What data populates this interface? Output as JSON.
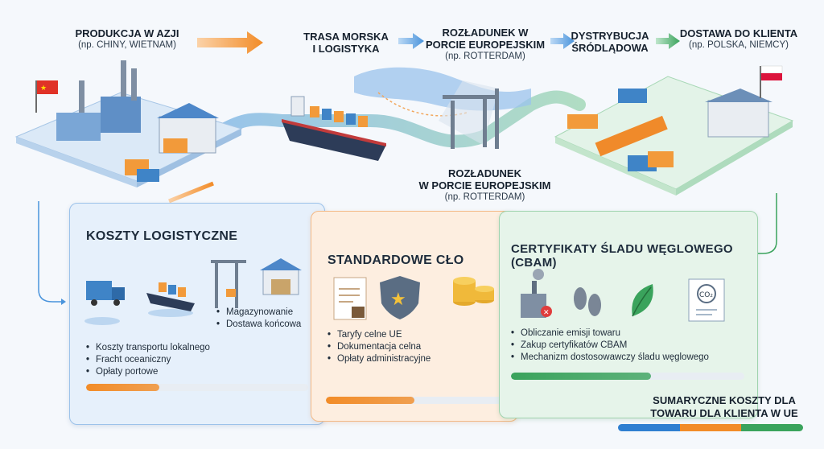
{
  "header": {
    "stage1": {
      "title": "PRODUKCJA W AZJI",
      "sub": "(np. CHINY, WIETNAM)"
    },
    "stage2": {
      "title_line1": "TRASA MORSKA",
      "title_line2": "I LOGISTYKA"
    },
    "stage3": {
      "title_line1": "ROZŁADUNEK W",
      "title_line2": "PORCIE EUROPEJSKIM",
      "sub": "(np. ROTTERDAM)"
    },
    "stage4": {
      "title_line1": "DYSTRYBUCJA",
      "title_line2": "ŚRÓDLĄDOWA"
    },
    "stage5": {
      "title": "DOSTAWA DO KLIENTA",
      "sub": "(np. POLSKA, NIEMCY)"
    }
  },
  "port_label": {
    "line1": "ROZŁADUNEK",
    "line2": "W PORCIE EUROPEJSKIM",
    "sub": "(np. ROTTERDAM)"
  },
  "panels": {
    "logistics": {
      "title": "KOSZTY LOGISTYCZNE",
      "bullets_left": [
        "Koszty transportu lokalnego",
        "Fracht oceaniczny",
        "Opłaty portowe"
      ],
      "bullets_right": [
        "Magazynowanie",
        "Dostawa końcowa"
      ],
      "icons": [
        "truck-icon",
        "ship-icon",
        "crane-icon",
        "warehouse-icon"
      ],
      "progress": 0.33,
      "color": "#f28c28"
    },
    "duty": {
      "title": "STANDARDOWE CŁO",
      "bullets": [
        "Taryfy celne UE",
        "Dokumentacja celna",
        "Opłaty administracyjne"
      ],
      "icons": [
        "document-stamp-icon",
        "shield-star-icon",
        "coins-icon"
      ],
      "progress": 0.5,
      "color": "#f28c28"
    },
    "cbam": {
      "title": "CERTYFIKATY ŚLADU WĘGLOWEGO (CBAM)",
      "bullets": [
        "Obliczanie emisji towaru",
        "Zakup certyfikatów CBAM",
        "Mechanizm dostosowawczy śladu węglowego"
      ],
      "icons": [
        "factory-emission-icon",
        "footprints-icon",
        "leaf-icon",
        "co2-certificate-icon"
      ],
      "co2_label": "CO₂",
      "progress": 0.6,
      "color": "#3aa35c"
    }
  },
  "summary": {
    "line1": "SUMARYCZNE KOSZTY DLA",
    "line2": "TOWARU DLA KLIENTA W UE"
  },
  "colors": {
    "blue": "#2f7fd1",
    "orange": "#f28c28",
    "green": "#3aa35c"
  }
}
